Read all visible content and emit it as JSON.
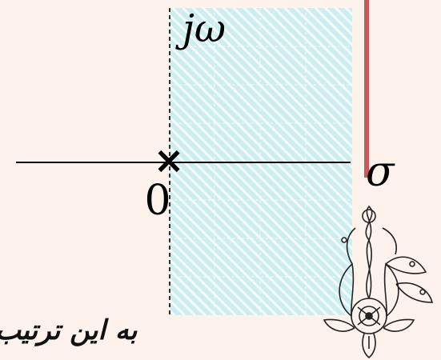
{
  "diagram": {
    "axis_labels": {
      "imaginary": "jω",
      "real": "σ"
    },
    "origin_label": "0",
    "pole_marker": "×",
    "caption_text": "به این ترتیب",
    "colors": {
      "background": "#fdf3ec",
      "region_fill": "#cdeef1",
      "region_hatch": "#ffffff",
      "boundary_line": "#c75a5a",
      "axes": "#000000",
      "ornament": "#222222"
    }
  }
}
